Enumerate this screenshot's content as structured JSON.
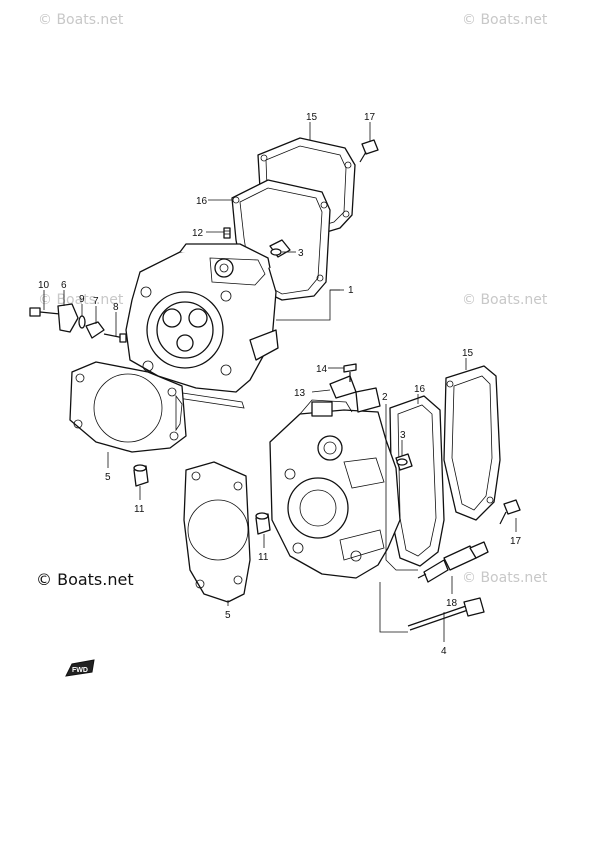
{
  "watermark": "© Boats.net",
  "copyright": "© Boats.net",
  "fwd_label": "FWD",
  "labels": {
    "p1": "1",
    "p2": "2",
    "p3a": "3",
    "p3b": "3",
    "p4": "4",
    "p5a": "5",
    "p5b": "5",
    "p6": "6",
    "p7": "7",
    "p8": "8",
    "p9": "9",
    "p10": "10",
    "p11a": "11",
    "p11b": "11",
    "p12": "12",
    "p13": "13",
    "p14": "14",
    "p15a": "15",
    "p15b": "15",
    "p16a": "16",
    "p16b": "16",
    "p17a": "17",
    "p17b": "17",
    "p18": "18"
  }
}
